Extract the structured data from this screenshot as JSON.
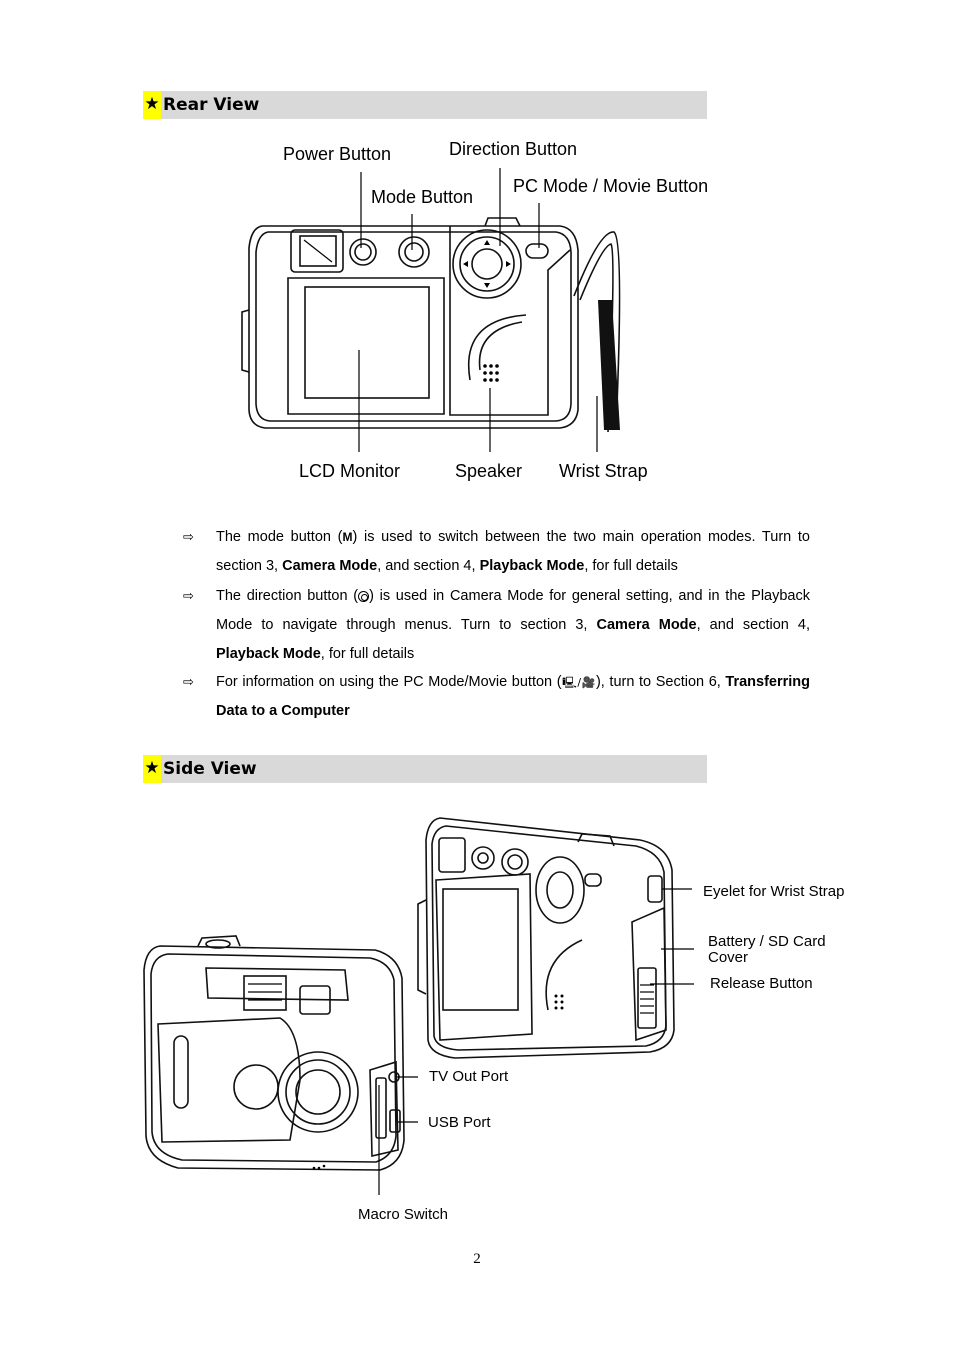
{
  "sections": {
    "rear_view": {
      "star": "★",
      "title": "Rear View"
    },
    "side_view": {
      "star": "★",
      "title": "Side View"
    }
  },
  "rear_labels": {
    "power_button": "Power Button",
    "direction_button": "Direction Button",
    "mode_button": "Mode Button",
    "pc_mode_movie_button": "PC Mode / Movie Button",
    "lcd_monitor": "LCD Monitor",
    "speaker": "Speaker",
    "wrist_strap": "Wrist Strap"
  },
  "side_labels": {
    "eyelet": "Eyelet for Wrist Strap",
    "battery_cover": "Battery / SD Card Cover",
    "release_button": "Release Button",
    "tv_out_port": "TV Out Port",
    "usb_port": "USB Port",
    "macro_switch": "Macro Switch"
  },
  "bullets": {
    "arrow": "⇨",
    "item1": {
      "t1": "The mode button (",
      "icon": "M",
      "t2": ") is used to switch between the two main operation modes. Turn to section 3, ",
      "b1": "Camera Mode",
      "t3": ", and section 4, ",
      "b2": "Playback Mode",
      "t4": ", for full details"
    },
    "item2": {
      "t1": "The direction button (",
      "t2": ") is used in Camera Mode for general setting, and in the Playback Mode to navigate through menus. Turn to section 3, ",
      "b1": "Camera Mode",
      "t3": ", and section 4, ",
      "b2": "Playback Mode",
      "t4": ", for full details"
    },
    "item3": {
      "t1": "For information on using the PC Mode/Movie button (",
      "icon": "🖳/🎥",
      "t2": "), turn to Section 6, ",
      "b1": "Transferring Data to a Computer"
    }
  },
  "page_number": "2"
}
